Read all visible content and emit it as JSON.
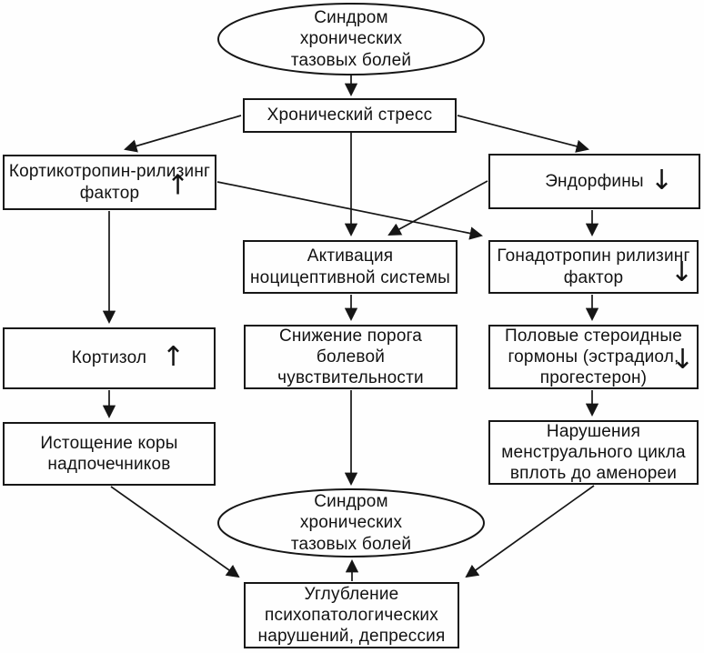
{
  "diagram": {
    "nodes": {
      "pelvic_top": {
        "label": "Синдром\nхронических\nтазовых болей"
      },
      "stress": {
        "label": "Хронический стресс"
      },
      "crf": {
        "label": "Кортикотропин-рилизинг\nфактор",
        "trend": "↑"
      },
      "endorphins": {
        "label": "Эндорфины",
        "trend": "↓"
      },
      "nociceptive": {
        "label": "Активация\nноцицептивной системы"
      },
      "gnrh": {
        "label": "Гонадотропин рилизинг\nфактор",
        "trend": "↓"
      },
      "cortisol": {
        "label": "Кортизол",
        "trend": "↑"
      },
      "pain_threshold": {
        "label": "Снижение порога\nболевой\nчувствительности"
      },
      "sex_steroids": {
        "label": "Половые стероидные\nгормоны (эстрадиол,\nпрогестерон)",
        "trend": "↓"
      },
      "adrenal": {
        "label": "Истощение коры\nнадпочечников"
      },
      "menstrual": {
        "label": "Нарушения\nменструального цикла\nвплоть до аменореи"
      },
      "pelvic_bottom": {
        "label": "Синдром\nхронических\nтазовых болей"
      },
      "depression": {
        "label": "Углубление\nпсихопатологических\nнарушений, депрессия"
      }
    },
    "edges": [
      {
        "from": "pelvic_top",
        "to": "stress"
      },
      {
        "from": "stress",
        "to": "crf"
      },
      {
        "from": "stress",
        "to": "endorphins"
      },
      {
        "from": "stress",
        "to": "nociceptive"
      },
      {
        "from": "crf",
        "to": "gnrh"
      },
      {
        "from": "endorphins",
        "to": "nociceptive"
      },
      {
        "from": "endorphins",
        "to": "gnrh"
      },
      {
        "from": "crf",
        "to": "cortisol"
      },
      {
        "from": "nociceptive",
        "to": "pain_threshold"
      },
      {
        "from": "gnrh",
        "to": "sex_steroids"
      },
      {
        "from": "cortisol",
        "to": "adrenal"
      },
      {
        "from": "pain_threshold",
        "to": "pelvic_bottom"
      },
      {
        "from": "sex_steroids",
        "to": "menstrual"
      },
      {
        "from": "adrenal",
        "to": "depression"
      },
      {
        "from": "menstrual",
        "to": "depression"
      },
      {
        "from": "depression",
        "to": "pelvic_bottom"
      }
    ],
    "colors": {
      "stroke": "#161616",
      "background": "#fefefe"
    }
  }
}
